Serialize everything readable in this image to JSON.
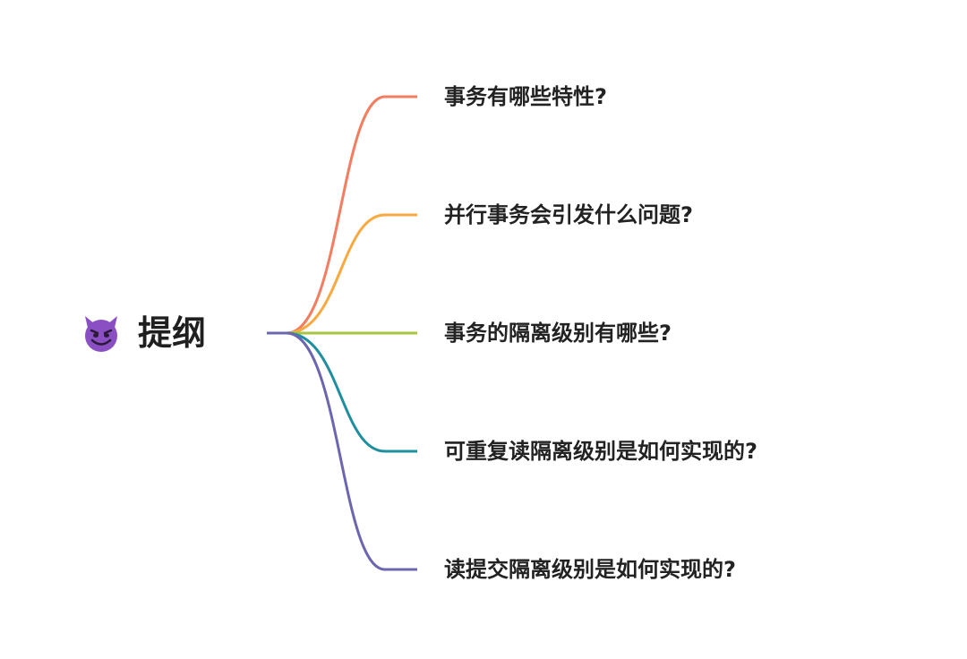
{
  "root": {
    "label": "提纲",
    "icon": "smiling-devil-icon"
  },
  "branches": [
    {
      "label": "事务有哪些特性?",
      "color": "#f47c5f"
    },
    {
      "label": "并行事务会引发什么问题?",
      "color": "#f9a93f"
    },
    {
      "label": "事务的隔离级别有哪些?",
      "color": "#a8c542"
    },
    {
      "label": "可重复读隔离级别是如何实现的?",
      "color": "#1f8fa0"
    },
    {
      "label": "读提交隔离级别是如何实现的?",
      "color": "#6c66b0"
    }
  ],
  "colors": {
    "root_line": "#6c66b0",
    "icon_fill": "#8a4fc3"
  }
}
